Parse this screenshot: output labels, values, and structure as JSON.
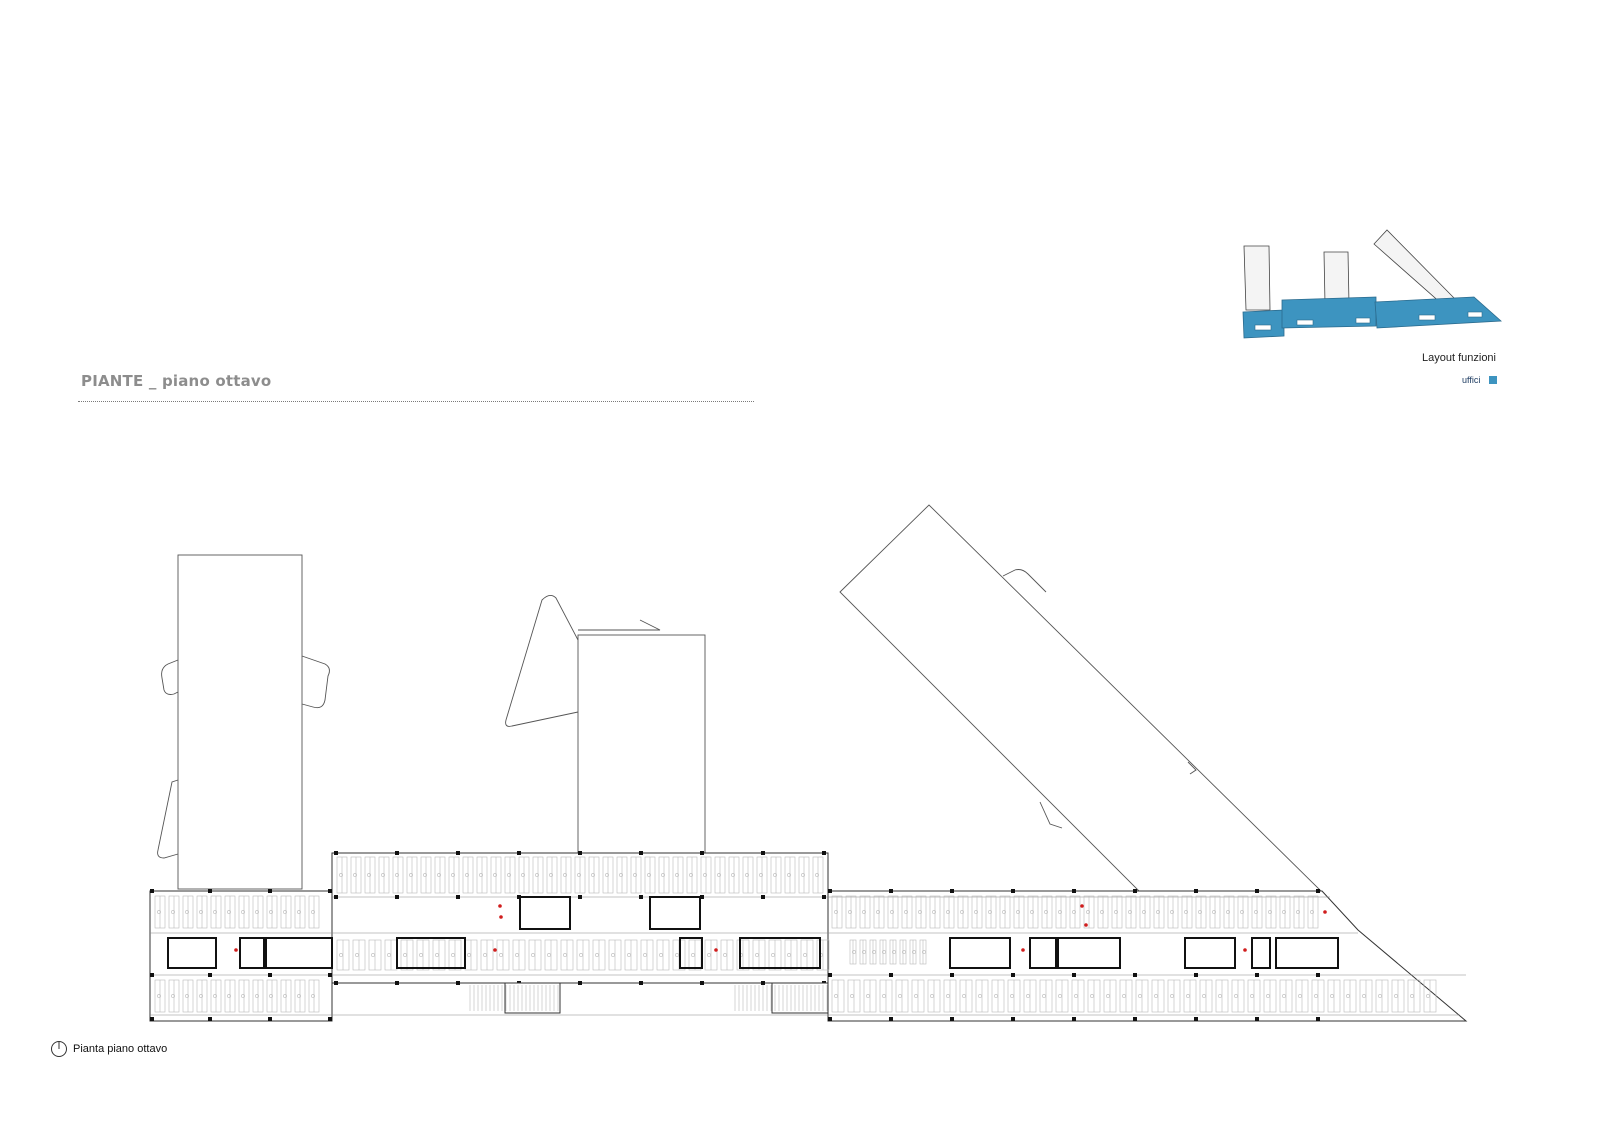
{
  "header": {
    "title": "PIANTE _ piano ottavo"
  },
  "legend": {
    "title": "Layout funzioni",
    "items": [
      {
        "label": "uffici",
        "color": "#3d94c0"
      }
    ]
  },
  "plan": {
    "caption": "Pianta piano ottavo",
    "line_color": "#555555",
    "furniture_color": "#b9b9b9",
    "wall_color": "#111111",
    "accent_color": "#d01d1d"
  },
  "icons": {
    "caption_icon": "north-arrow-icon"
  }
}
